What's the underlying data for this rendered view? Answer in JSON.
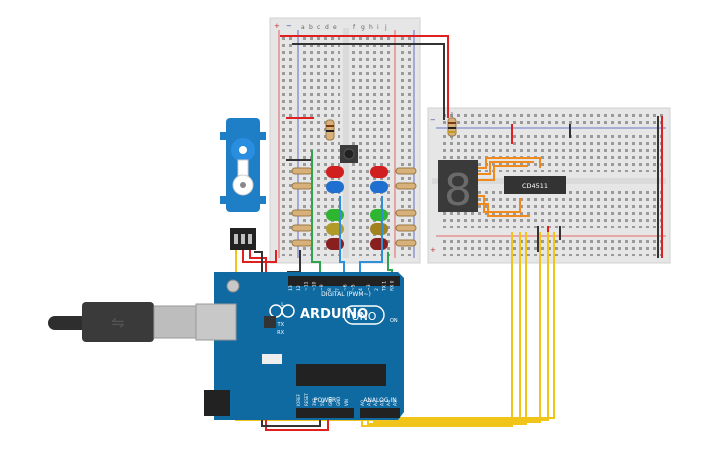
{
  "breadboard_vertical": {
    "column_letters_left": [
      "a",
      "b",
      "c",
      "d",
      "e"
    ],
    "column_letters_right": [
      "f",
      "g",
      "h",
      "i",
      "j"
    ],
    "rail_plus": "+",
    "rail_minus": "−"
  },
  "breadboard_horizontal": {
    "rail_plus": "+",
    "rail_minus": "−"
  },
  "ic": {
    "label": "CD4511"
  },
  "arduino": {
    "brand": "ARDUINO",
    "model": "UNO",
    "digital_header": "DIGITAL (PWM~)",
    "power_header": "POWER",
    "analog_header": "ANALOG IN",
    "tx": "TX",
    "rx": "RX",
    "l_led": "L",
    "on_led": "ON",
    "aref": "AREF",
    "gnd": "GND",
    "digital_pins": [
      "13",
      "12",
      "~11",
      "~10",
      "~9",
      "8",
      "7",
      "~6",
      "~5",
      "4",
      "~3",
      "2",
      "TX 1",
      "RX 0"
    ],
    "power_pins": [
      "IOREF",
      "RESET",
      "3V3",
      "5V",
      "GND",
      "GND",
      "VIN"
    ],
    "analog_pins": [
      "A0",
      "A1",
      "A2",
      "A3",
      "A4",
      "A5"
    ]
  },
  "colors": {
    "board_blue": "#0f6aa2",
    "breadboard": "#e6e6e6",
    "wire_red": "#e02020",
    "wire_black": "#333333",
    "wire_yellow": "#f0c419",
    "wire_green": "#2ea44f",
    "wire_blue": "#2f8fd8",
    "wire_orange": "#f08a1c",
    "servo": "#1f7fc6",
    "led_red": "#d11f1f",
    "led_blue": "#1f6fd1",
    "led_green": "#2fb52f",
    "led_amber": "#a0821f"
  }
}
